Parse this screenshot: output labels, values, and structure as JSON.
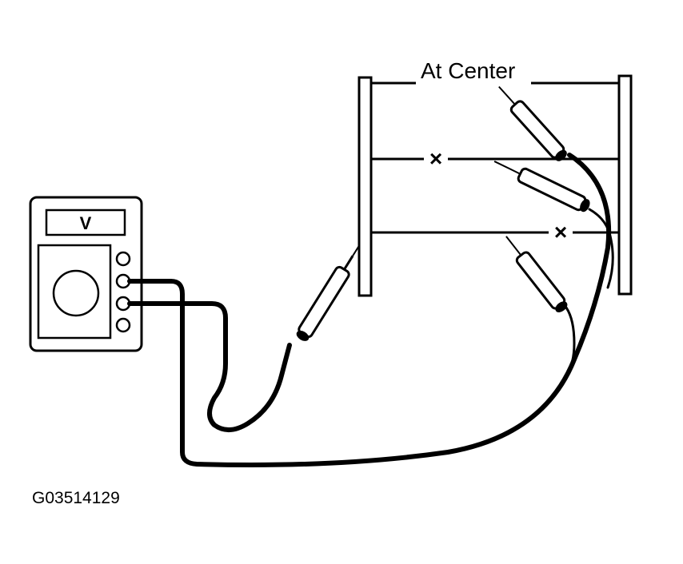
{
  "diagram": {
    "caption": "At Center",
    "figure_code": "G03514129",
    "meter_display": "V",
    "break_mark": "×"
  },
  "colors": {
    "ink": "#000000",
    "background": "#ffffff"
  }
}
